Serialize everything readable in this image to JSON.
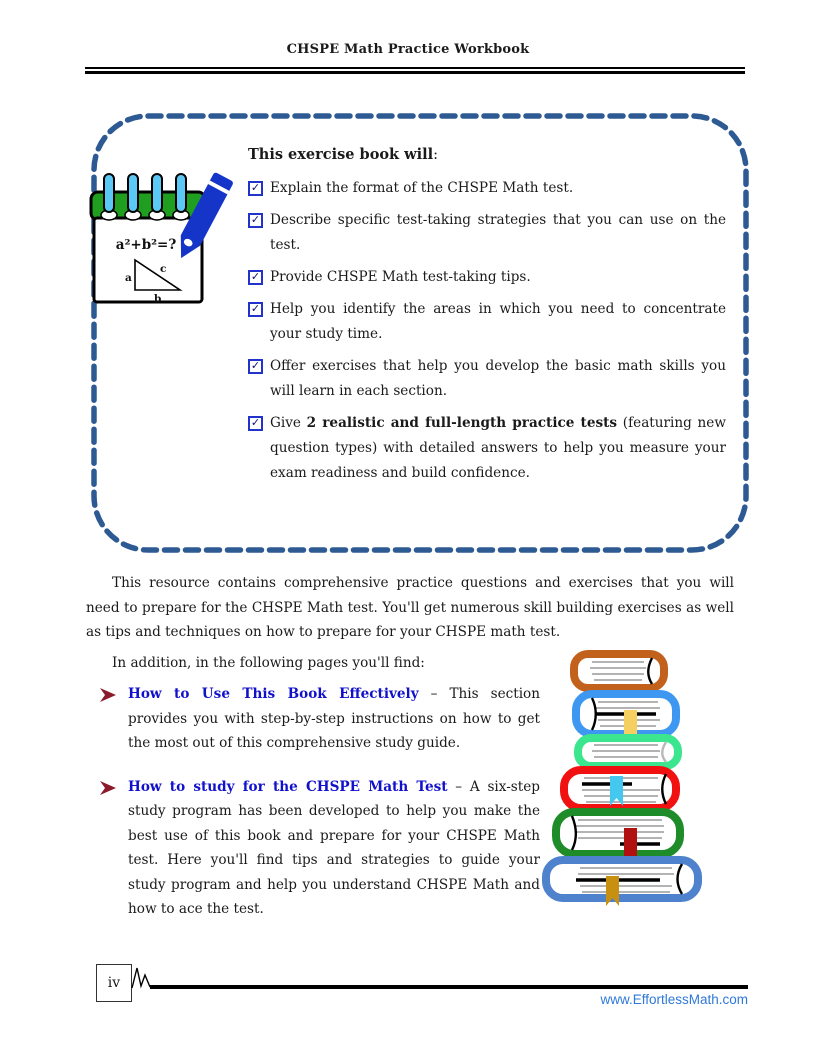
{
  "header": {
    "title": "CHSPE Math Practice Workbook"
  },
  "icons": {
    "checkbox_check": "✓",
    "bullet_arrow": "right-arrowhead"
  },
  "intro_box": {
    "heading": "This exercise book will",
    "heading_suffix": ":",
    "items": [
      {
        "pre": "Explain the format of the CHSPE Math test.",
        "bold": "",
        "post": ""
      },
      {
        "pre": "Describe specific test-taking strategies that you can use on the test.",
        "bold": "",
        "post": ""
      },
      {
        "pre": "Provide CHSPE Math test-taking tips.",
        "bold": "",
        "post": ""
      },
      {
        "pre": "Help you identify the areas in which you need to concentrate your study time.",
        "bold": "",
        "post": ""
      },
      {
        "pre": "Offer exercises that help you develop the basic math skills you will learn in each section.",
        "bold": "",
        "post": ""
      },
      {
        "pre": "Give ",
        "bold": "2 realistic and full-length practice tests",
        "post": " (featuring new question types) with detailed answers to help you measure your exam readiness and build confidence."
      }
    ],
    "notepad": {
      "formula": "a²+b²=?",
      "label_a": "a",
      "label_b": "b",
      "label_c": "c"
    }
  },
  "body": {
    "paragraph": "This resource contains comprehensive practice questions and exercises that you will need to prepare for the CHSPE Math test. You'll get numerous skill building exercises as well as tips and techniques on how to prepare for your CHSPE math test.",
    "addition_line": "In addition, in the following pages you'll find:",
    "bullets": [
      {
        "title": "How to Use This Book Effectively",
        "separator": " – ",
        "body": "This section provides you with step-by-step instructions on how to get the most out of this comprehensive study guide."
      },
      {
        "title": "How to study for the CHSPE Math Test",
        "separator": " – ",
        "body": "A six-step study program has been developed to help you make the best use of this book and prepare for your CHSPE Math test. Here you'll find tips and strategies to guide your study program and help you understand CHSPE Math and how to ace the test."
      }
    ]
  },
  "footer": {
    "page_number": "iv",
    "website": "www.EffortlessMath.com"
  },
  "colors": {
    "dashed_border": "#2E5A94",
    "checkbox_blue": "#2233CC",
    "check_mark": "#10107E",
    "bullet_title_blue": "#1111CC",
    "arrow_red": "#8B1A2B",
    "link_blue": "#2E79D8",
    "notepad_green": "#1F9E1F",
    "notepad_pin_cyan": "#5BC8F5",
    "pencil_blue": "#1535C9",
    "book_colors": [
      "#C2611C",
      "#3E97F0",
      "#3BE68F",
      "#F21111",
      "#1E8C28",
      "#4E82CC"
    ],
    "bookmark_colors": [
      "#F5D060",
      "#45C8F0",
      "#B01010",
      "#C89010"
    ]
  }
}
